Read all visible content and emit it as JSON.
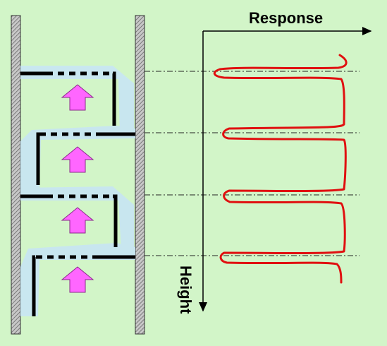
{
  "labels": {
    "response": "Response",
    "height": "Height"
  },
  "colors": {
    "background": "#d2f5c8",
    "response_curve": "#e01010",
    "flow_arrow": "#ff66ff",
    "insulation": "#c8e6f2",
    "wall_hatch": "#606060",
    "structure": "#000000"
  },
  "icons": {
    "flow_arrow": "up-arrow-icon",
    "wall": "hatched-wall",
    "response_curve": "red-wave-line"
  },
  "shelves": [
    {
      "name": "shelf-1",
      "arrow": "up-arrow-icon"
    },
    {
      "name": "shelf-2",
      "arrow": "up-arrow-icon"
    },
    {
      "name": "shelf-3",
      "arrow": "up-arrow-icon"
    },
    {
      "name": "shelf-4",
      "arrow": "up-arrow-icon"
    }
  ]
}
